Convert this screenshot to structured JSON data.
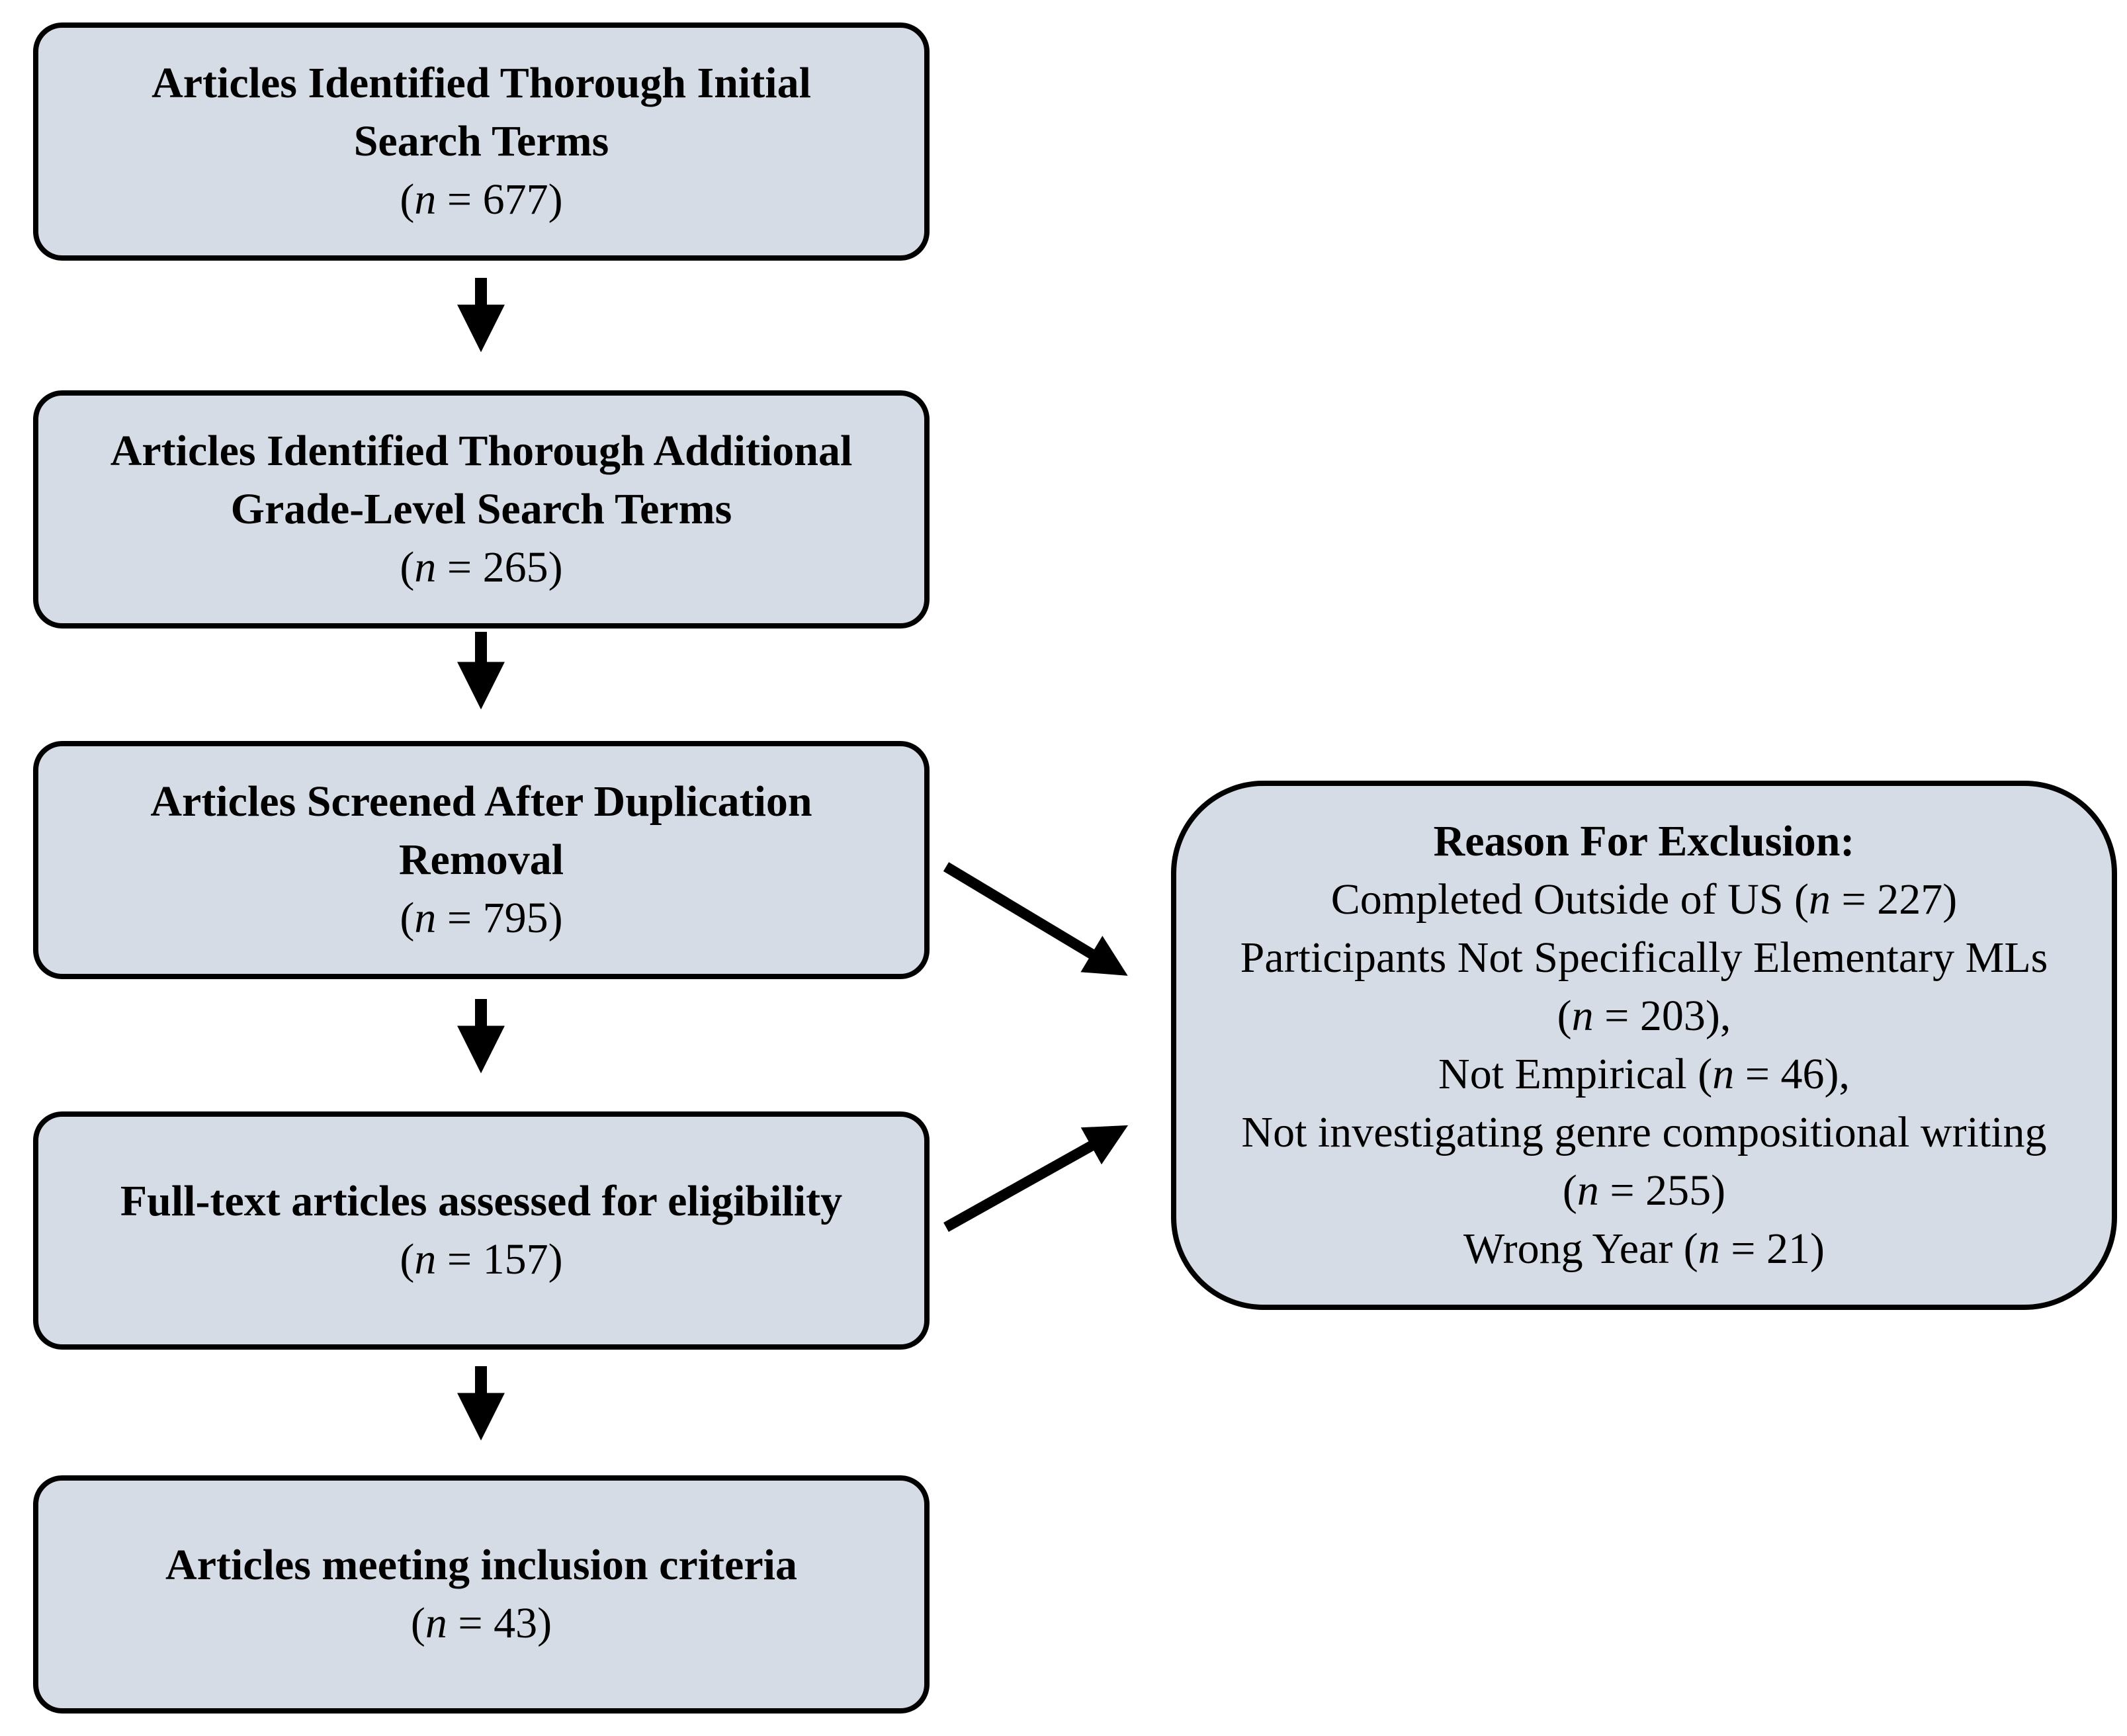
{
  "boxes": {
    "initial_search": {
      "title_line1": "Articles Identified Thorough Initial",
      "title_line2": "Search Terms",
      "n_label": "n",
      "count": "677"
    },
    "additional_search": {
      "title_line1": "Articles Identified Thorough Additional",
      "title_line2": "Grade-Level Search Terms",
      "n_label": "n",
      "count": "265"
    },
    "screened": {
      "title_line1": "Articles Screened After Duplication",
      "title_line2": "Removal",
      "n_label": "n",
      "count": "795"
    },
    "full_text": {
      "title_line1": "Full-text articles assessed for eligibility",
      "n_label": "n",
      "count": "157"
    },
    "included": {
      "title_line1": "Articles meeting inclusion criteria",
      "n_label": "n",
      "count": "43"
    }
  },
  "exclusion": {
    "heading": "Reason For Exclusion:",
    "n_label": "n",
    "reasons": [
      {
        "label": "Completed Outside of US",
        "count": "227",
        "suffix": ""
      },
      {
        "label": "Participants Not Specifically Elementary MLs",
        "count": "203",
        "suffix": ","
      },
      {
        "label": "Not Empirical",
        "count": "46",
        "suffix": ","
      },
      {
        "label": "Not investigating genre compositional writing",
        "count": "255",
        "suffix": ""
      },
      {
        "label": "Wrong Year",
        "count": "21",
        "suffix": ""
      }
    ]
  },
  "colors": {
    "box_fill": "#d6dce5",
    "border": "#000000",
    "arrow": "#000000"
  }
}
